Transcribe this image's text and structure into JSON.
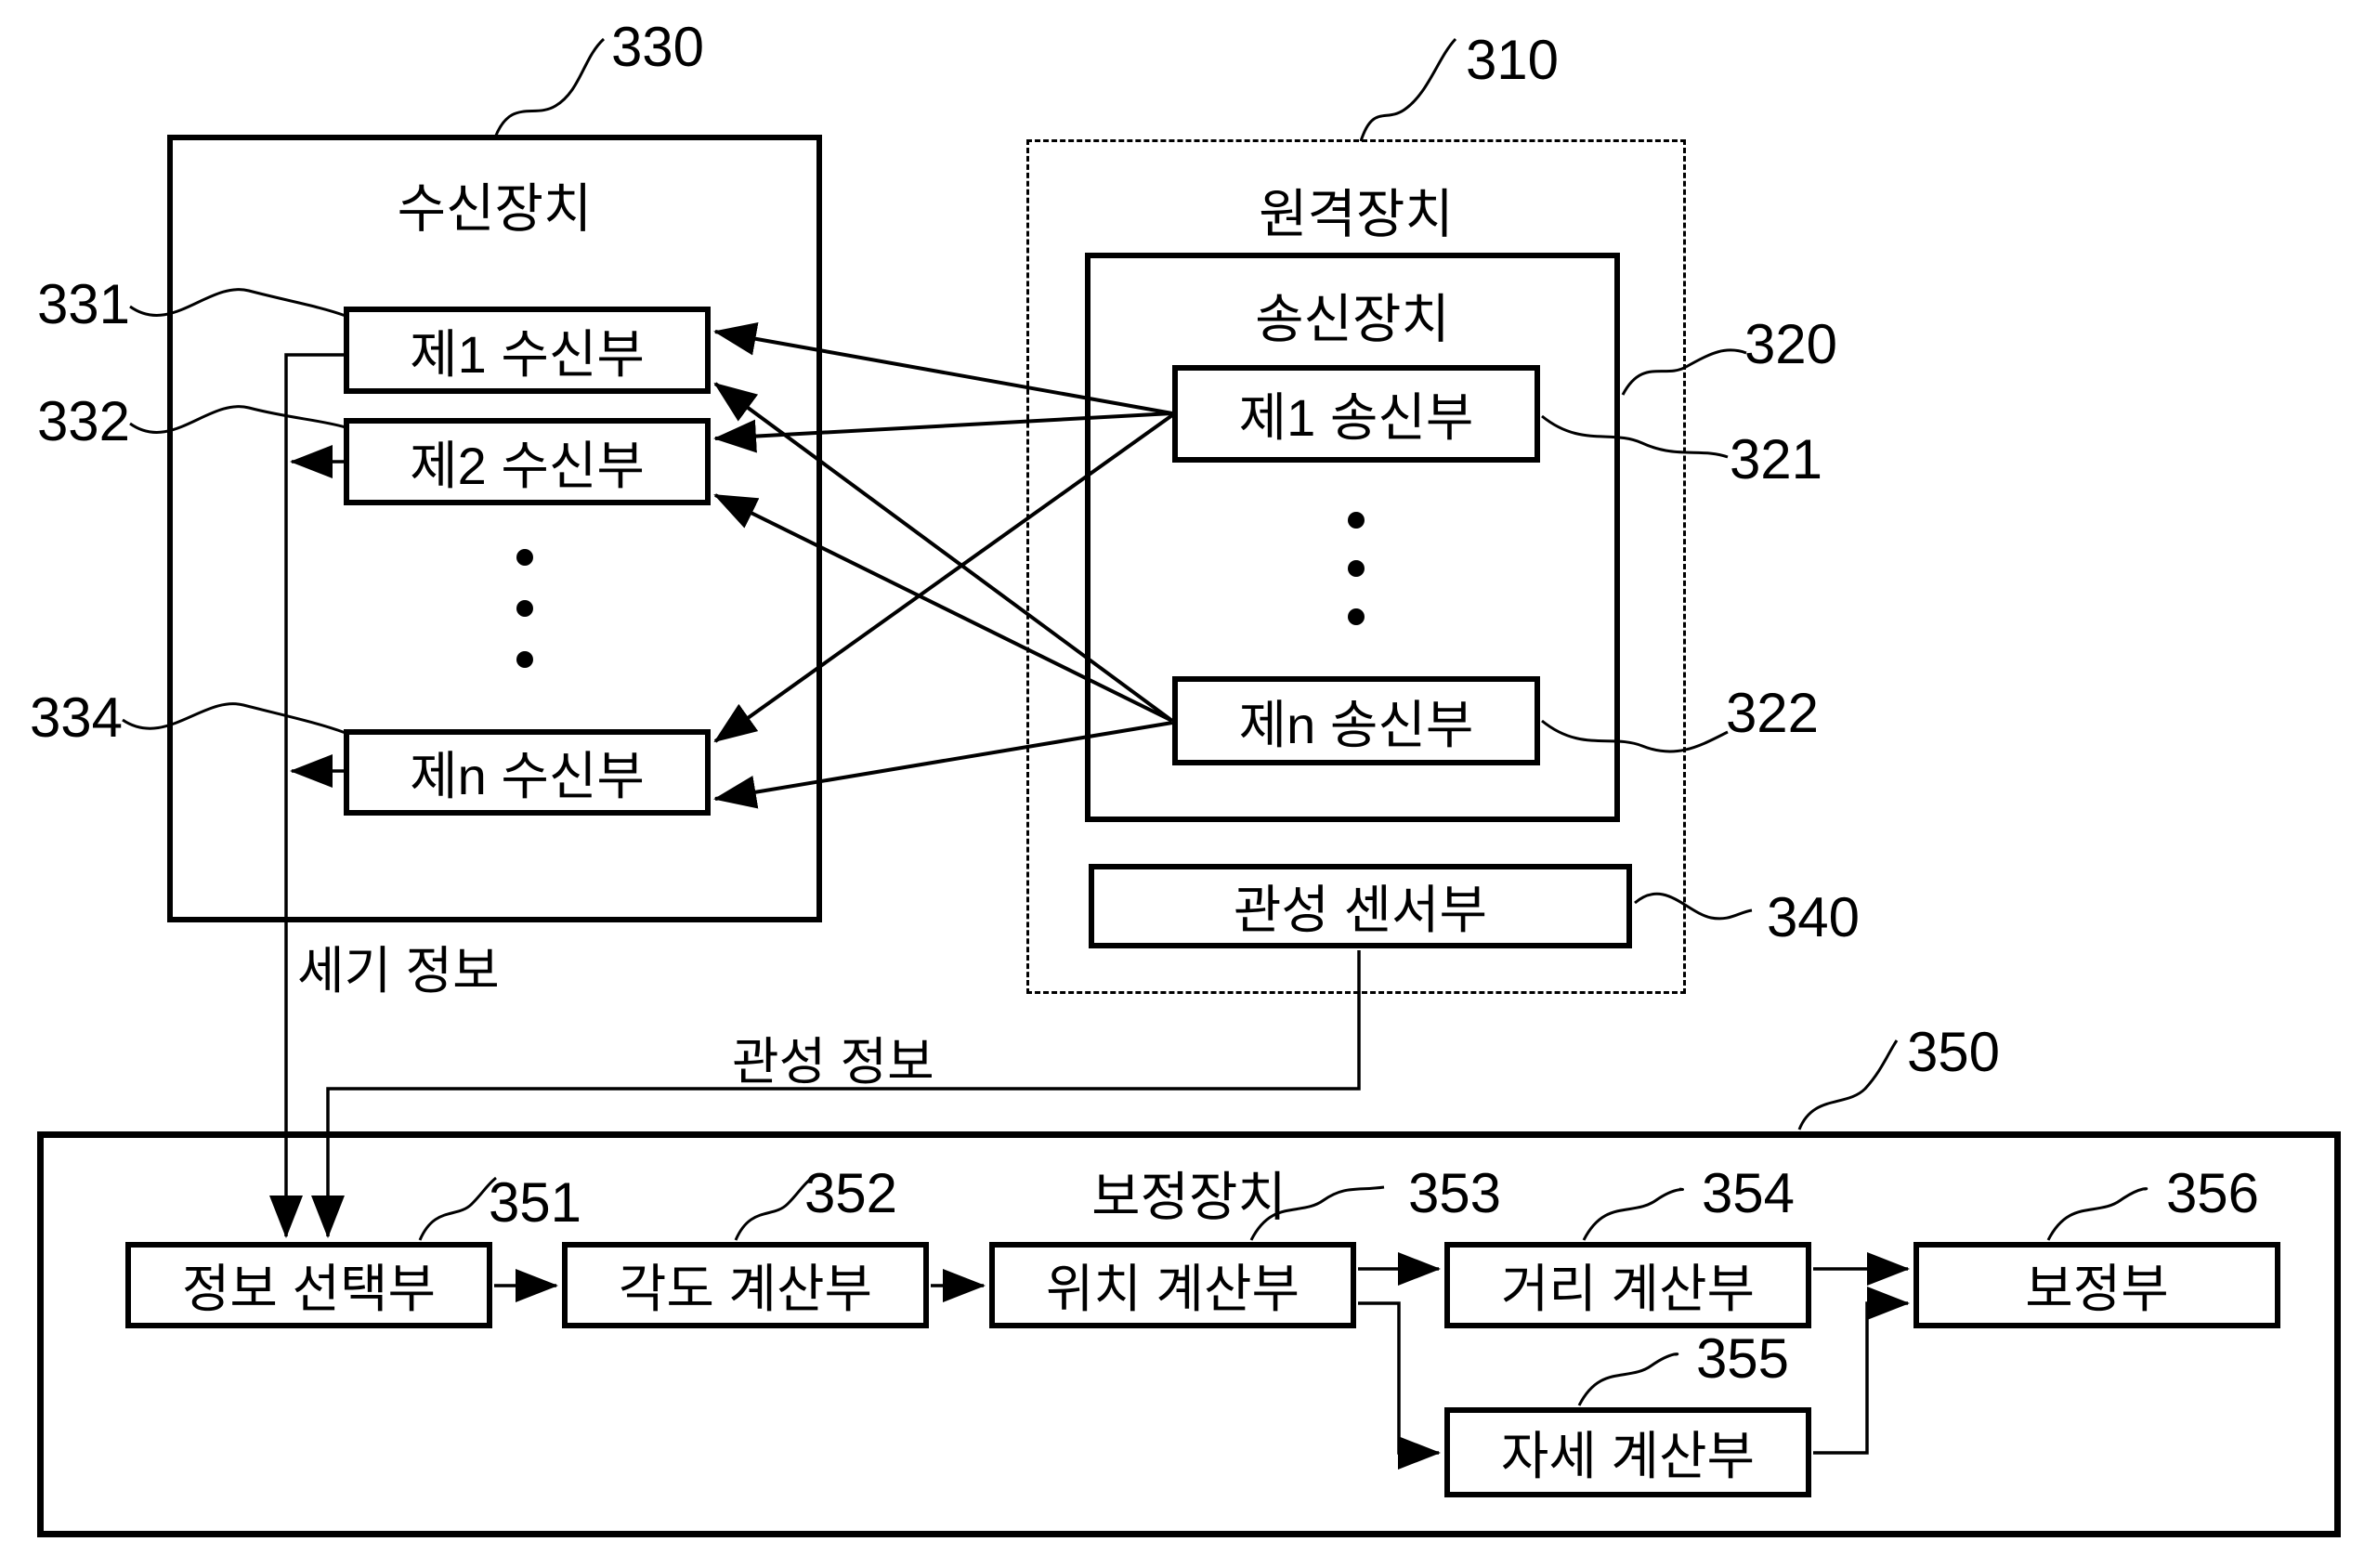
{
  "diagram": {
    "receiver_device": {
      "title": "수신장치",
      "ref": "330"
    },
    "receivers": [
      {
        "label": "제1 수신부",
        "ref": "331"
      },
      {
        "label": "제2 수신부",
        "ref": "332"
      },
      {
        "label": "제n 수신부",
        "ref": "334"
      }
    ],
    "remote_device": {
      "title": "원격장치",
      "ref": "310"
    },
    "transmitter_device": {
      "title": "송신장치",
      "ref": "320"
    },
    "transmitters": [
      {
        "label": "제1 송신부",
        "ref": "321"
      },
      {
        "label": "제n 송신부",
        "ref": "322"
      }
    ],
    "inertial_sensor": {
      "label": "관성 센서부",
      "ref": "340"
    },
    "correction_device": {
      "title": "보정장치",
      "ref": "350"
    },
    "modules": {
      "selector": {
        "label": "정보 선택부",
        "ref": "351"
      },
      "angle": {
        "label": "각도 계산부",
        "ref": "352"
      },
      "position": {
        "label": "위치 계산부",
        "ref": "353"
      },
      "distance": {
        "label": "거리 계산부",
        "ref": "354"
      },
      "attitude": {
        "label": "자세 계산부",
        "ref": "355"
      },
      "correction": {
        "label": "보정부",
        "ref": "356"
      }
    },
    "flow_labels": {
      "strength": "세기 정보",
      "inertia": "관성 정보"
    }
  },
  "colors": {
    "ink": "#000000",
    "background": "#ffffff"
  }
}
